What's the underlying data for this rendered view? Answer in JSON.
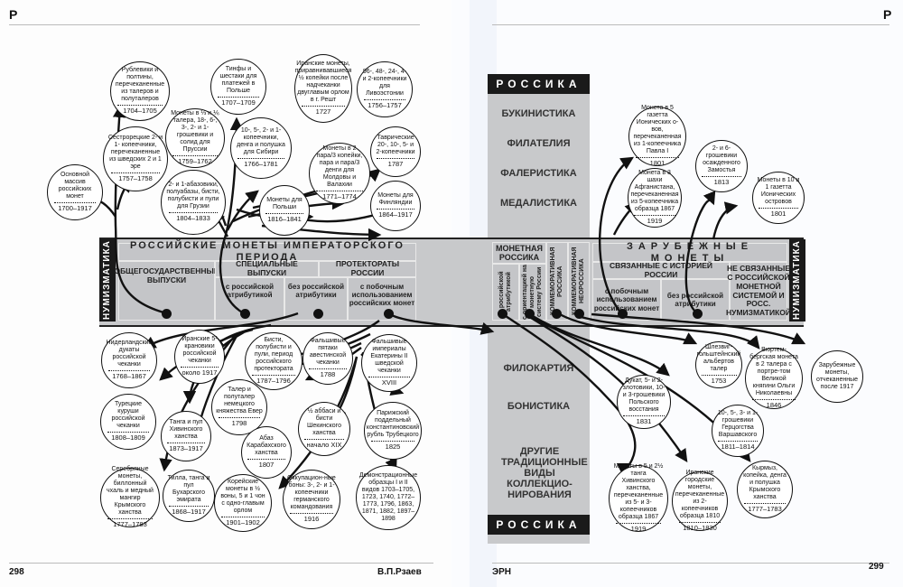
{
  "header": {
    "left_letter": "Р",
    "right_letter": "Р"
  },
  "footer": {
    "left_page": "298",
    "left_author": "В.П.Рзаев",
    "right_section": "ЭРН",
    "right_page": "299"
  },
  "side_labels": {
    "left": "НУМИЗМАТИКА",
    "right": "НУМИЗМАТИКА"
  },
  "rossica_column": {
    "top_title": "РОССИКА",
    "bottom_title": "РОССИКА",
    "top_items": [
      "БУКИНИСТИКА",
      "ФИЛАТЕЛИЯ",
      "ФАЛЕРИСТИКА",
      "МЕДАЛИСТИКА"
    ],
    "bottom_items": [
      "ФИЛОКАРТИЯ",
      "БОНИСТИКА",
      "ДРУГИЕ ТРАДИЦИОННЫЕ ВИДЫ КОЛЛЕКЦИО-НИРОВАНИЯ"
    ]
  },
  "band": {
    "imperial_title": "РОССИЙСКИЕ МОНЕТЫ ИМПЕРАТОРСКОГО ПЕРИОДА",
    "general_issues": "ОБЩЕГОСУДАРСТВЕННЫЕ ВЫПУСКИ",
    "special_issues": "СПЕЦИАЛЬНЫЕ ВЫПУСКИ",
    "protectorates": "ПРОТЕКТОРАТЫ РОССИИ",
    "with_attr": "с российской атрибутикой",
    "without_attr": "без российской атрибутики",
    "side_use": "с побочным использованием российских монет",
    "coin_rossica": "МОНЕТНАЯ РОССИКА",
    "cr_with_attr": "с российской атрибутикой",
    "cr_orientation": "с ориентацией на монетную систему России",
    "commemorative": "КОММЕМОРАТИВНАЯ РОССИКА",
    "commemorative_neo": "КОММЕМОРАТИВНАЯ НЕОРОССИКА",
    "foreign_title": "ЗАРУБЕЖНЫЕ МОНЕТЫ",
    "related_history": "СВЯЗАННЫЕ С ИСТОРИЕЙ РОССИИ",
    "fr_side_use": "с побочным использованием российских монет",
    "fr_without_attr": "без российской атрибутики",
    "not_related": "НЕ СВЯЗАННЫЕ С РОССИЙСКОЙ МОНЕТНОЙ СИСТЕМОЙ И РОСС. НУМИЗМАТИКОЙ"
  },
  "nodes": [
    {
      "id": "n1",
      "text": "Основной массив российских монет",
      "date": "1700–1917"
    },
    {
      "id": "n2",
      "text": "Рублевики и полтины, перечеканенные из талеров и полуталеров",
      "date": "1704–1705"
    },
    {
      "id": "n3",
      "text": "Сестрорецкие 2- и 1- копеечники, перечеканенные из шведских 2 и 1 эре",
      "date": "1757–1758"
    },
    {
      "id": "n4",
      "text": "Монеты в ⅓ и ⅙ талера, 18-, 6-, 3-, 2- и 1-грошевики и солид для Пруссии",
      "date": "1759–1762"
    },
    {
      "id": "n5",
      "text": "2- и 1-абазовики, полуабазы, бисти, полубисти и пули для Грузии",
      "date": "1804–1833"
    },
    {
      "id": "n6",
      "text": "Тинфы и шестаки для платежей в Польше",
      "date": "1707–1709"
    },
    {
      "id": "n7",
      "text": "10-, 5-, 2- и 1-копеечники, денга и полушка для Сибири",
      "date": "1766–1781"
    },
    {
      "id": "n8",
      "text": "Монеты для Польши",
      "date": "1816–1841"
    },
    {
      "id": "n9",
      "text": "Иранские монеты, приравнивавшиеся ½ копейки после надчеканки двуглавым орлом в г. Решт",
      "date": "1727"
    },
    {
      "id": "n10",
      "text": "96-, 48-, 24-, 4- и 2-копеечники для Ливоэстонии",
      "date": "1756–1757"
    },
    {
      "id": "n11",
      "text": "Монеты в 2 пара/3 копейки, пара и пара/3 денги для Молдовы и Валахии",
      "date": "1771–1774"
    },
    {
      "id": "n12",
      "text": "Таврические 20-, 10-, 5- и 2-копеечники",
      "date": "1787"
    },
    {
      "id": "n13",
      "text": "Монеты для Финляндии",
      "date": "1864–1917"
    },
    {
      "id": "n14",
      "text": "Нидерландские дукаты российской чеканки",
      "date": "1768–1867"
    },
    {
      "id": "n15",
      "text": "Иранские 5-крановики российской чеканки",
      "date": "около 1917"
    },
    {
      "id": "n16",
      "text": "Турецкие куруши российской чеканки",
      "date": "1808–1809"
    },
    {
      "id": "n17",
      "text": "Танга и пул Хивинского ханства",
      "date": "1873–1917"
    },
    {
      "id": "n18",
      "text": "Серебряные монеты, биллонный чхаль и медный мангир Крымского ханства",
      "date": "1777–1783"
    },
    {
      "id": "n19",
      "text": "Тилла, танга и пул Бухарского эмирата",
      "date": "1868–1917"
    },
    {
      "id": "n20",
      "text": "Бисти, полубисти и пули, период российского протектората",
      "date": "1787–1796"
    },
    {
      "id": "n21",
      "text": "Талер и полуталер немецкого княжества Евер",
      "date": "1798"
    },
    {
      "id": "n22",
      "text": "Абаз Карабахского ханства",
      "date": "1807"
    },
    {
      "id": "n23",
      "text": "Корейские монеты в ½ воны, 5 и 1 чон с одно-главым орлом",
      "date": "1901–1902"
    },
    {
      "id": "n24",
      "text": "Фальшивые пятаки авестинской чеканки",
      "date": "1788"
    },
    {
      "id": "n25",
      "text": "Фальшивые империалы Екатерины II шведской чеканки",
      "date": "XVIII"
    },
    {
      "id": "n26",
      "text": "½ аббаси и бисти Шекинского ханства",
      "date": "начало XIX"
    },
    {
      "id": "n27",
      "text": "Парижский поддельный константиновский рубль Трубецкого",
      "date": "1825"
    },
    {
      "id": "n28",
      "text": "Оккупацион-ные боны: 3-, 2- и 1-копеечники германского командования",
      "date": "1916"
    },
    {
      "id": "n29",
      "text": "Демонстрационные образцы I и II видов 1703–1705, 1723, 1740, 1772–1773, 1796, 1863, 1871, 1882, 1897–1898",
      "date": ""
    },
    {
      "id": "n30",
      "text": "Монета в 5 газетта Ионических о-вов, перечеканенная из 1-копеечника Павла I",
      "date": "1801"
    },
    {
      "id": "n31",
      "text": "Монета в 3 шахи Афганистана, перечеканенная из 5-копеечника образца 1867",
      "date": "1919"
    },
    {
      "id": "n32",
      "text": "2- и 6-грошевики осажденного Замостья",
      "date": "1813"
    },
    {
      "id": "n33",
      "text": "Монеты в 10 и 1 газетта Ионических островов",
      "date": "1801"
    },
    {
      "id": "n34",
      "text": "Шлезвиг-гольштейнский альбертов талер",
      "date": "1753"
    },
    {
      "id": "n35",
      "text": "Вюртем-бергская монета в 2 талера с портре-том Великой княгини Ольги Николаевны",
      "date": "1846"
    },
    {
      "id": "n36",
      "text": "Зарубежные монеты, отчеканенные после 1917",
      "date": ""
    },
    {
      "id": "n37",
      "text": "Дукат, 5- и 2-злотовики, 10- и 3-грошевики Польского восстания",
      "date": "1831"
    },
    {
      "id": "n38",
      "text": "10-, 5-, 3- и 1-грошевики Герцогства Варшавского",
      "date": "1811–1814"
    },
    {
      "id": "n39",
      "text": "Монеты в 5 и 2½ танга Хивинского ханства, перечеканенные из 5- и 3-копеечников образца 1867",
      "date": "1919"
    },
    {
      "id": "n40",
      "text": "Иранские городские монеты, перечеканенные из 2-копеечников образца 1810",
      "date": "1810–1830"
    },
    {
      "id": "n41",
      "text": "Кырмыз, копейка, денга и полушка Крымского ханства",
      "date": "1777–1783"
    }
  ]
}
